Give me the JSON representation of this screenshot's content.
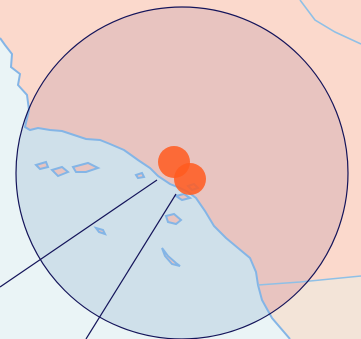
{
  "map": {
    "colors": {
      "ocean": "#eaf4f6",
      "land": "#fbd9cc",
      "land_secondary": "#f3e4d8",
      "border": "#8fc0e6",
      "coastline": "#84b5e6",
      "island_fill": "#fbd9cc",
      "radius_circle_stroke": "#14145a",
      "radius_circle_land_fill": "#e8c4c0",
      "radius_circle_ocean_fill": "#cfe0ea",
      "connector_line": "#14145a",
      "marker_fill": "#ff5a1f"
    },
    "radius_circle": {
      "shape": "circle"
    },
    "markers": [
      {
        "id": "marker-1",
        "icon": "location-dot"
      },
      {
        "id": "marker-2",
        "icon": "location-dot"
      }
    ],
    "connector_lines": 2,
    "islands": 9
  }
}
